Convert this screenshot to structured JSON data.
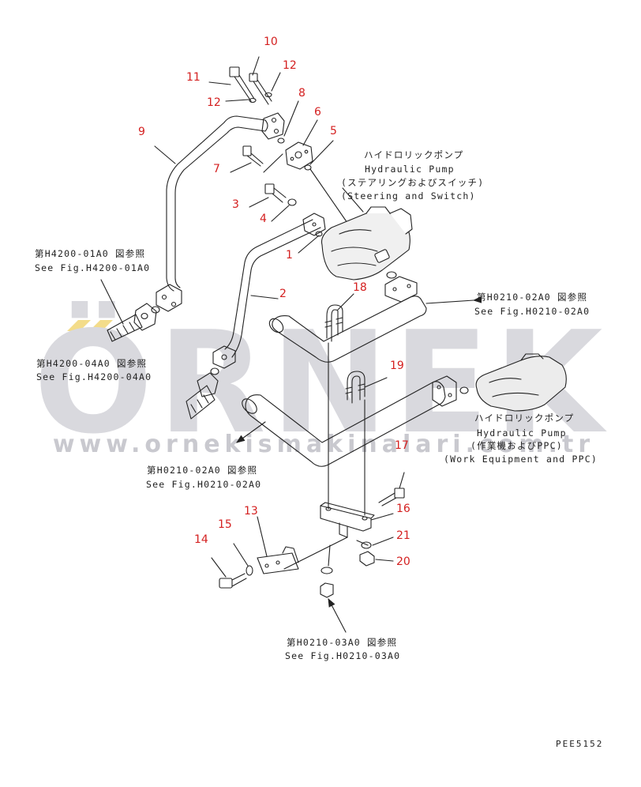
{
  "watermark": {
    "brand": "ÖRNEK",
    "url": "www.ornekismakinalari.com.tr"
  },
  "parts": [
    {
      "id": "num-10",
      "text": "10"
    },
    {
      "id": "num-11",
      "text": "11"
    },
    {
      "id": "num-12a",
      "text": "12"
    },
    {
      "id": "num-12b",
      "text": "12"
    },
    {
      "id": "num-8",
      "text": "8"
    },
    {
      "id": "num-6",
      "text": "6"
    },
    {
      "id": "num-5",
      "text": "5"
    },
    {
      "id": "num-9",
      "text": "9"
    },
    {
      "id": "num-7",
      "text": "7"
    },
    {
      "id": "num-3",
      "text": "3"
    },
    {
      "id": "num-4",
      "text": "4"
    },
    {
      "id": "num-1",
      "text": "1"
    },
    {
      "id": "num-2",
      "text": "2"
    },
    {
      "id": "num-18",
      "text": "18"
    },
    {
      "id": "num-19",
      "text": "19"
    },
    {
      "id": "num-17",
      "text": "17"
    },
    {
      "id": "num-16",
      "text": "16"
    },
    {
      "id": "num-13",
      "text": "13"
    },
    {
      "id": "num-15",
      "text": "15"
    },
    {
      "id": "num-14",
      "text": "14"
    },
    {
      "id": "num-21",
      "text": "21"
    },
    {
      "id": "num-20",
      "text": "20"
    }
  ],
  "labels": {
    "pump_top_jp": "ハイドロリックポンプ",
    "pump_top_en": "Hydraulic Pump",
    "pump_top_sub_jp": "(ステアリングおよびスイッチ)",
    "pump_top_sub_en": "(Steering and Switch)",
    "pump_right_jp": "ハイドロリックポンプ",
    "pump_right_en": "Hydraulic Pump",
    "pump_right_sub_jp": "(作業機およびPPC)",
    "pump_right_sub_en": "(Work Equipment and PPC)",
    "ref_h4200_01_jp": "第H4200-01A0 図参照",
    "ref_h4200_01_en": "See Fig.H4200-01A0",
    "ref_h4200_04_jp": "第H4200-04A0 図参照",
    "ref_h4200_04_en": "See Fig.H4200-04A0",
    "ref_h0210_02_right_jp": "第H0210-02A0 図参照",
    "ref_h0210_02_right_en": "See Fig.H0210-02A0",
    "ref_h0210_02_mid_jp": "第H0210-02A0 図参照",
    "ref_h0210_02_mid_en": "See Fig.H0210-02A0",
    "ref_h0210_03_jp": "第H0210-03A0 図参照",
    "ref_h0210_03_en": "See Fig.H0210-03A0",
    "drawing_code": "PEE5152"
  }
}
